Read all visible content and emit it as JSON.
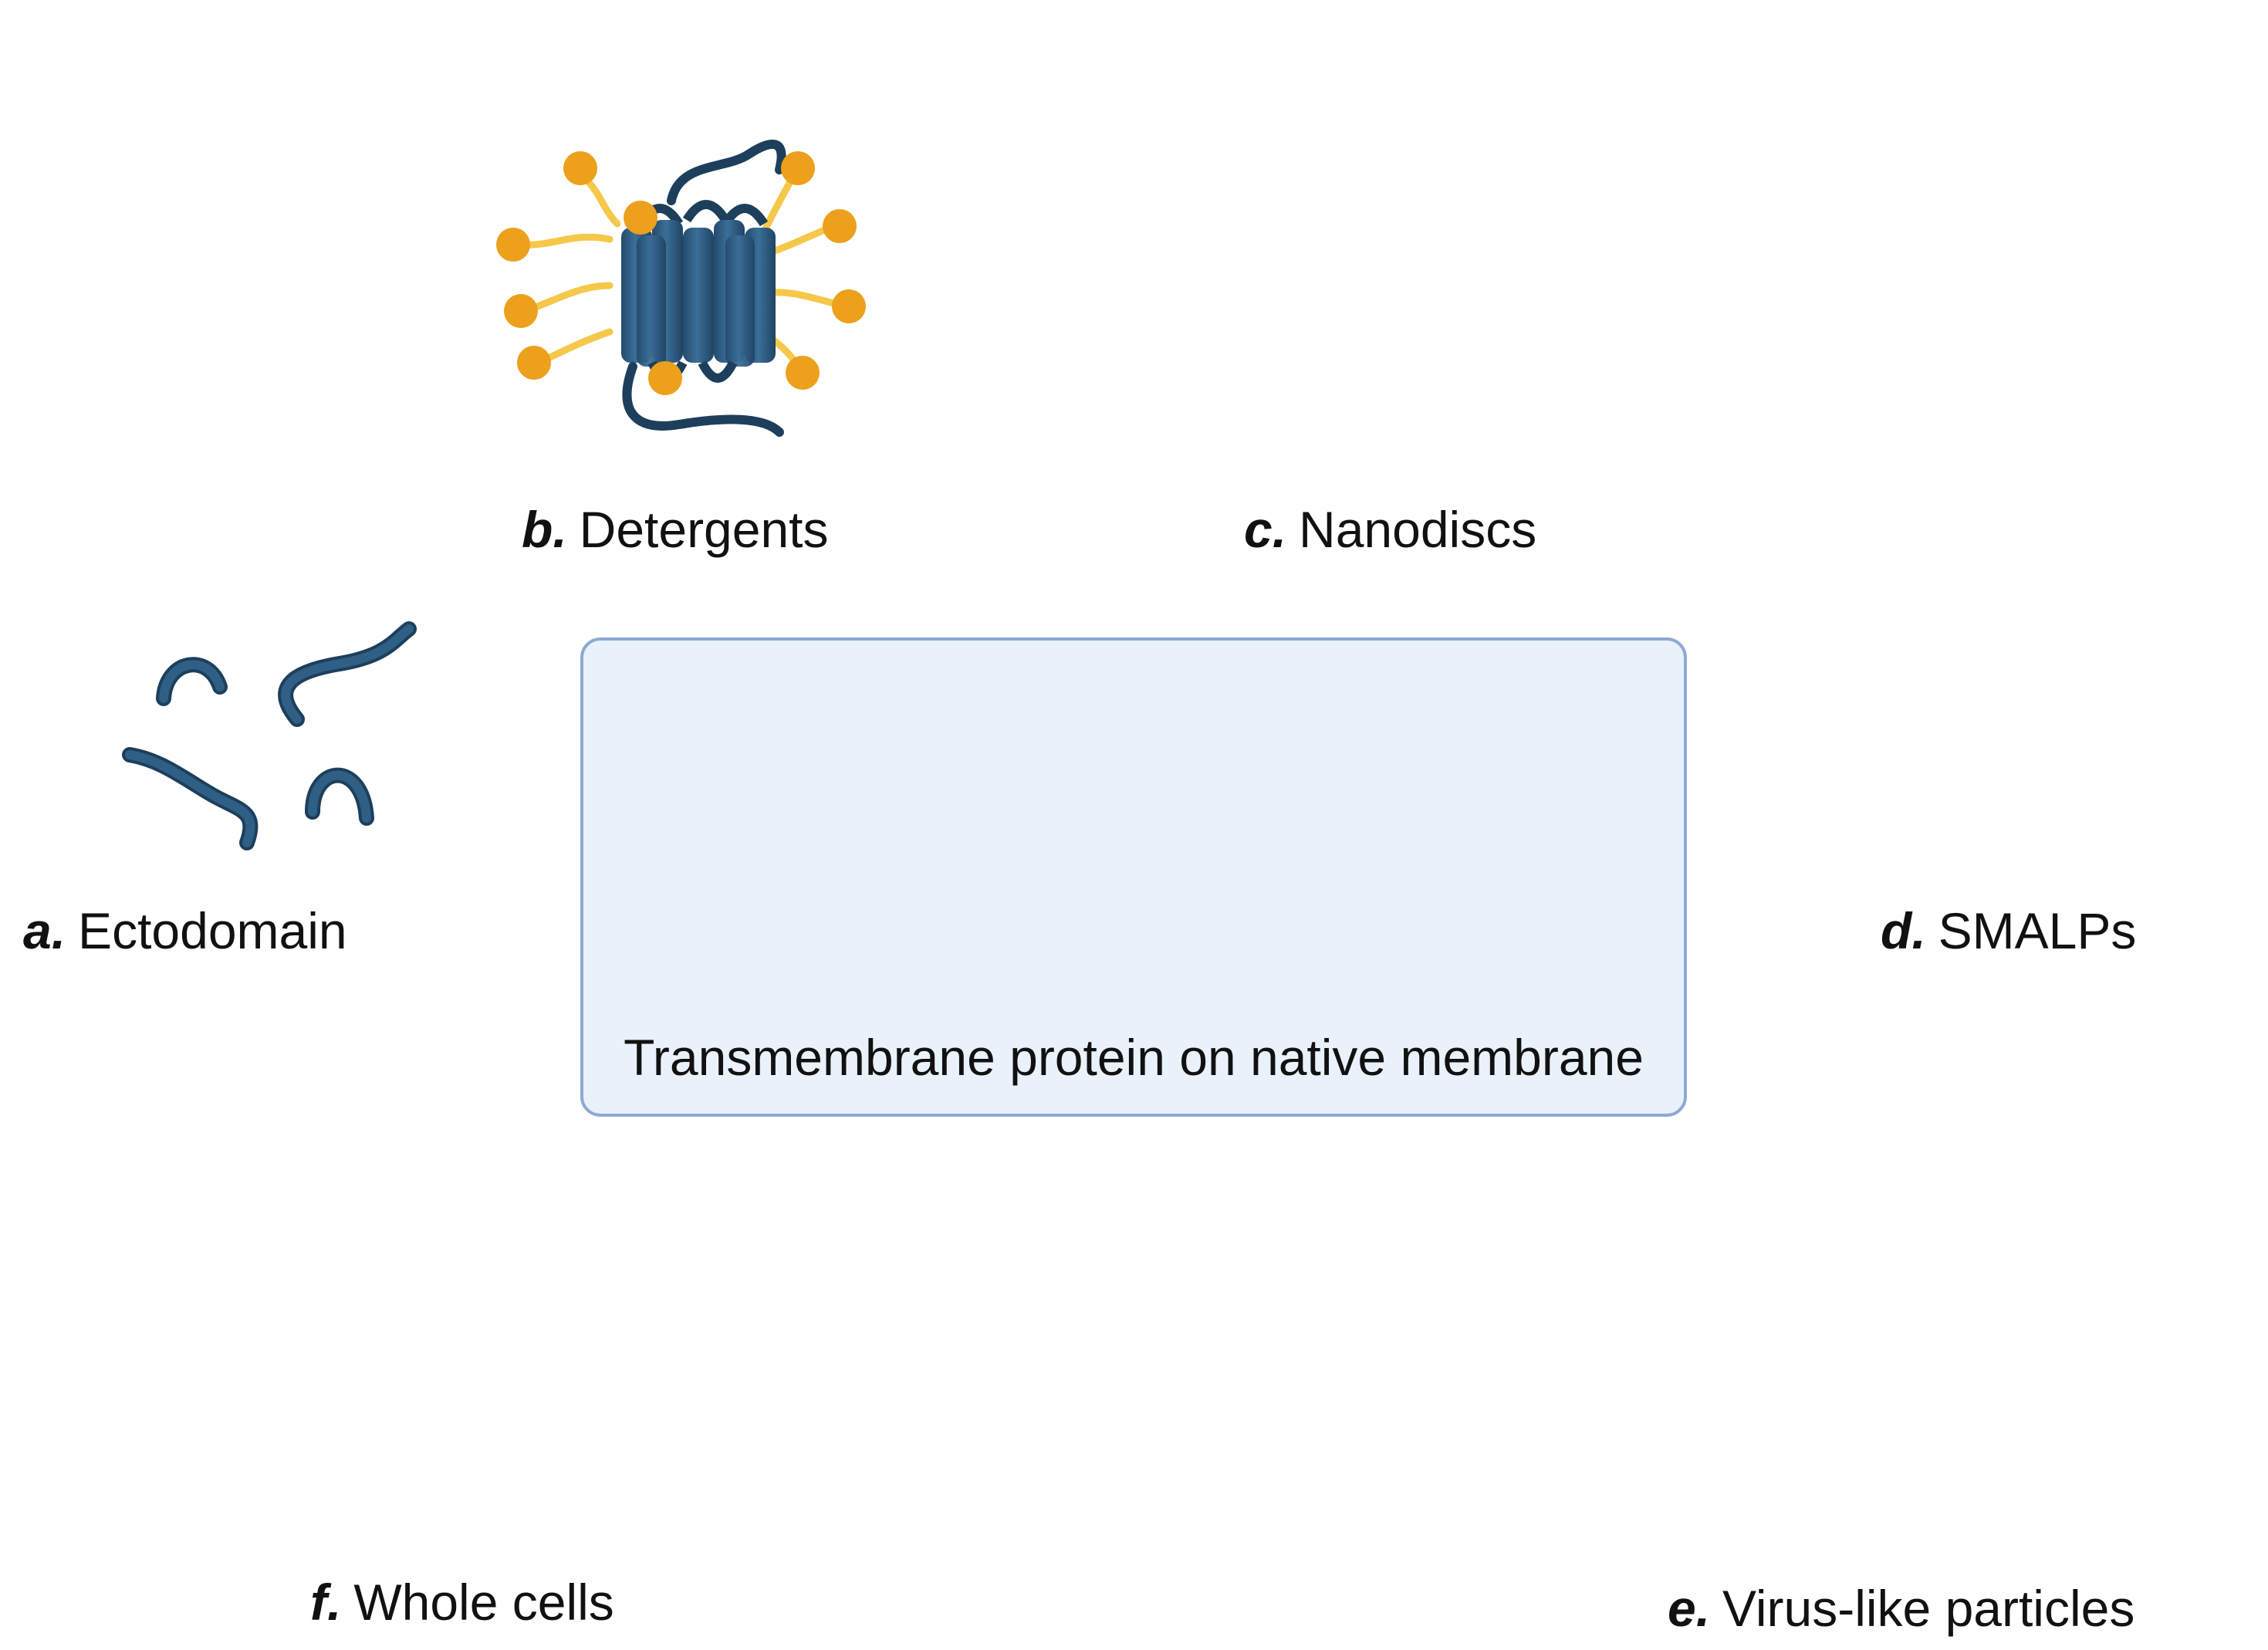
{
  "colors": {
    "protein": "#2f5f85",
    "protein_dark": "#1d3f5c",
    "detergent_head": "#eca01c",
    "detergent_tail": "#f5c84a",
    "nanodisc_lipid": "#f2c84b",
    "scaffold": "#d4566e",
    "smalp_lipid": "#cfd0d2",
    "smalp_polymer_green": "#3c9a3a",
    "smalp_polymer_pink": "#b7358c",
    "membrane": "#dadcde",
    "beta_barrel": "#3f6fd4",
    "vlp_outer": "#f6b73c",
    "vlp_inner": "#fce3b3",
    "cell_fill": "#e08a5a",
    "cell_outline": "#c0551d",
    "nucleus": "#c0551d",
    "box_fill": "#e9f1fb",
    "box_border": "#8fa9d4"
  },
  "panels": [
    {
      "id": "a",
      "letter": "a.",
      "text": "Ectodomain",
      "icon": "ectodomain-icon"
    },
    {
      "id": "b",
      "letter": "b.",
      "text": "Detergents",
      "icon": "detergent-micelle-icon"
    },
    {
      "id": "c",
      "letter": "c.",
      "text": "Nanodiscs",
      "icon": "nanodisc-icon"
    },
    {
      "id": "d",
      "letter": "d.",
      "text": "SMALPs",
      "icon": "smalp-icon"
    },
    {
      "id": "e",
      "letter": "e.",
      "text": "Virus-like particles",
      "icon": "virus-like-particle-icon"
    },
    {
      "id": "f",
      "letter": "f.",
      "text": "Whole cells",
      "icon": "whole-cell-icon"
    }
  ],
  "center": {
    "caption": "Transmembrane protein on native membrane",
    "icon": "native-membrane-icon"
  }
}
